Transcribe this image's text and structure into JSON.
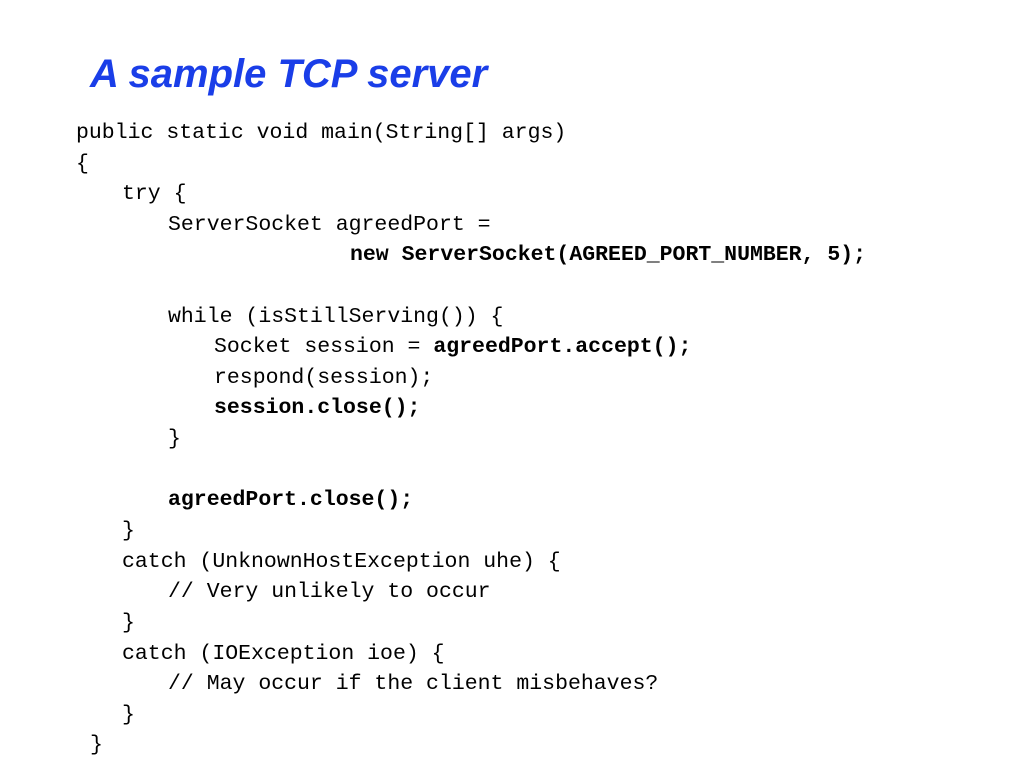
{
  "slide": {
    "title": "A sample TCP server",
    "code": {
      "l1": "public static void main(String[] args)",
      "l2": "{",
      "l3": "try {",
      "l4": "ServerSocket agreedPort =",
      "l5": "new ServerSocket(AGREED_PORT_NUMBER, 5);",
      "l6": "while (isStillServing()) {",
      "l7_plain": "Socket session = ",
      "l7_bold": "agreedPort.accept();",
      "l8": "respond(session);",
      "l9": "session.close();",
      "l10": "}",
      "l11": "agreedPort.close();",
      "l12": "}",
      "l13": "catch (UnknownHostException uhe) {",
      "l14": "// Very unlikely to occur",
      "l15": "}",
      "l16": "catch (IOException ioe) {",
      "l17": "// May occur if the client misbehaves?",
      "l18": "}",
      "l19": "}"
    }
  }
}
